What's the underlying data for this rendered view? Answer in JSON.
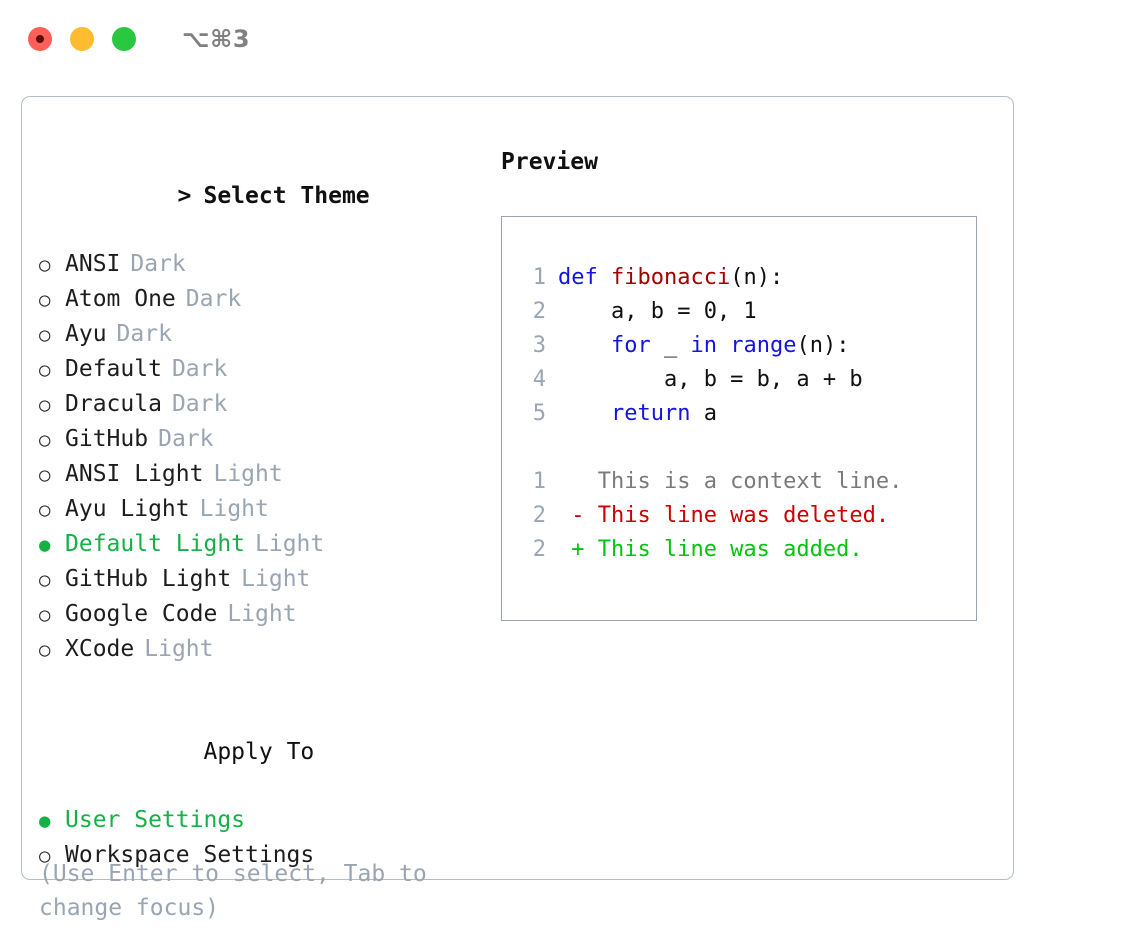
{
  "titlebar": {
    "shortcut": "⌥⌘3",
    "buttons": [
      "close",
      "minimize",
      "zoom"
    ]
  },
  "theme_section": {
    "header": "Select Theme",
    "caret": ">",
    "items": [
      {
        "label": "ANSI",
        "tag": "Dark",
        "selected": false,
        "bullet": "○"
      },
      {
        "label": "Atom One",
        "tag": "Dark",
        "selected": false,
        "bullet": "○"
      },
      {
        "label": "Ayu",
        "tag": "Dark",
        "selected": false,
        "bullet": "○"
      },
      {
        "label": "Default",
        "tag": "Dark",
        "selected": false,
        "bullet": "○"
      },
      {
        "label": "Dracula",
        "tag": "Dark",
        "selected": false,
        "bullet": "○"
      },
      {
        "label": "GitHub",
        "tag": "Dark",
        "selected": false,
        "bullet": "○"
      },
      {
        "label": "ANSI Light",
        "tag": "Light",
        "selected": false,
        "bullet": "○"
      },
      {
        "label": "Ayu Light",
        "tag": "Light",
        "selected": false,
        "bullet": "○"
      },
      {
        "label": "Default Light",
        "tag": "Light",
        "selected": true,
        "bullet": "●"
      },
      {
        "label": "GitHub Light",
        "tag": "Light",
        "selected": false,
        "bullet": "○"
      },
      {
        "label": "Google Code",
        "tag": "Light",
        "selected": false,
        "bullet": "○"
      },
      {
        "label": "XCode",
        "tag": "Light",
        "selected": false,
        "bullet": "○"
      }
    ]
  },
  "apply_section": {
    "header": "Apply To",
    "items": [
      {
        "label": "User Settings",
        "selected": true,
        "bullet": "●"
      },
      {
        "label": "Workspace Settings",
        "selected": false,
        "bullet": "○"
      }
    ]
  },
  "hint": "(Use Enter to select, Tab to change focus)",
  "preview": {
    "title": "Preview",
    "code_lines": [
      {
        "number": "1",
        "tokens": [
          {
            "text": "def ",
            "type": "kw"
          },
          {
            "text": "fibonacci",
            "type": "fn"
          },
          {
            "text": "(n):",
            "type": "plain"
          }
        ]
      },
      {
        "number": "2",
        "tokens": [
          {
            "text": "    a, b = 0, 1",
            "type": "plain"
          }
        ]
      },
      {
        "number": "3",
        "tokens": [
          {
            "text": "    ",
            "type": "plain"
          },
          {
            "text": "for",
            "type": "kw"
          },
          {
            "text": " _ ",
            "type": "plain"
          },
          {
            "text": "in",
            "type": "kw"
          },
          {
            "text": " ",
            "type": "plain"
          },
          {
            "text": "range",
            "type": "kw"
          },
          {
            "text": "(n):",
            "type": "plain"
          }
        ]
      },
      {
        "number": "4",
        "tokens": [
          {
            "text": "        a, b = b, a + b",
            "type": "plain"
          }
        ]
      },
      {
        "number": "5",
        "tokens": [
          {
            "text": "    ",
            "type": "plain"
          },
          {
            "text": "return",
            "type": "kw"
          },
          {
            "text": " a",
            "type": "plain"
          }
        ]
      }
    ],
    "diff_lines": [
      {
        "number": "1",
        "marker": " ",
        "text": " This is a context line.",
        "kind": "context"
      },
      {
        "number": "2",
        "marker": "-",
        "text": " This line was deleted.",
        "kind": "del"
      },
      {
        "number": "2",
        "marker": "+",
        "text": " This line was added.",
        "kind": "add"
      }
    ]
  },
  "colors": {
    "selected_green": "#15b146",
    "tag_gray": "#9aa5b4",
    "keyword_blue": "#1414e0",
    "function_red": "#a40000",
    "diff_delete_red": "#cc0000",
    "diff_add_green": "#00c40f",
    "border_gray": "#b4bcc8"
  }
}
